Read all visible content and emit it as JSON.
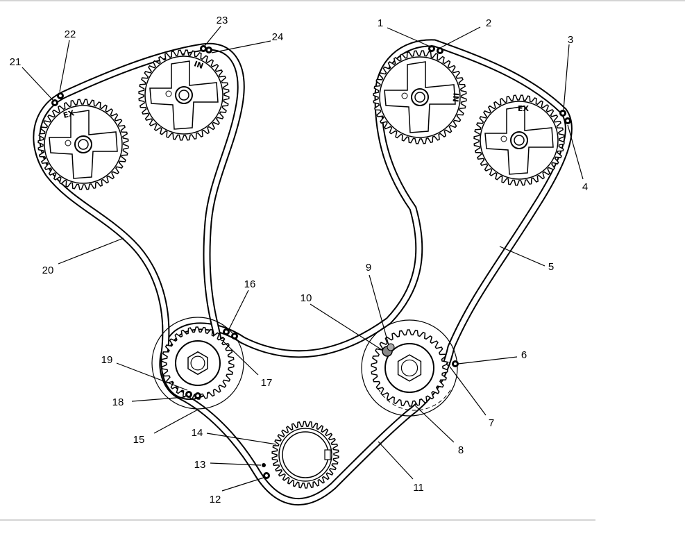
{
  "figure": {
    "title": "",
    "callouts": [
      "1",
      "2",
      "3",
      "4",
      "5",
      "6",
      "7",
      "8",
      "9",
      "10",
      "11",
      "12",
      "13",
      "14",
      "15",
      "16",
      "17",
      "18",
      "19",
      "20",
      "21",
      "22",
      "23",
      "24"
    ],
    "sprocket_marks": {
      "left_exhaust": "EX",
      "left_intake": "IN",
      "right_intake": "IN",
      "right_exhaust": "EX"
    }
  }
}
